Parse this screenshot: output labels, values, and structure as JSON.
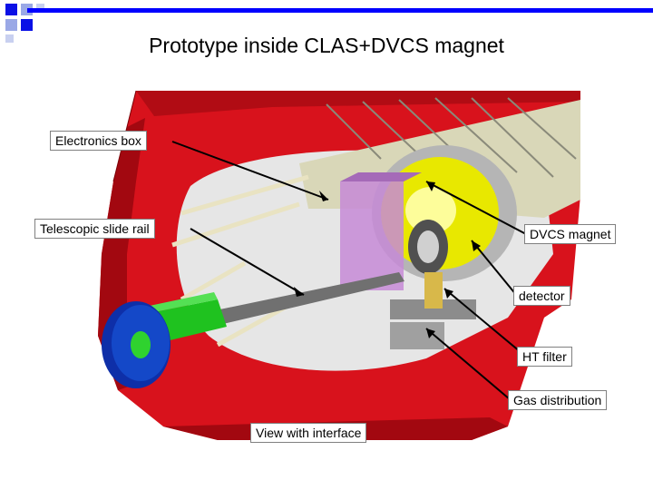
{
  "title": "Prototype inside CLAS+DVCS magnet",
  "colors": {
    "bar": "#0000ff",
    "corner_blue": "#0a10e6",
    "corner_light": "#9aa8e6",
    "coil_red": "#d8121c",
    "coil_dark": "#a20810",
    "rail_green": "#1fc21f",
    "ring_blue": "#1448c8",
    "magnet_yellow": "#e8e800",
    "purple": "#c58ad6"
  },
  "labels": {
    "electronics_box": "Electronics box",
    "telescopic_slide_rail": "Telescopic slide rail",
    "dvcs_magnet": "DVCS magnet",
    "detector": "detector",
    "ht_filter": "HT filter",
    "gas_distribution": "Gas distribution",
    "view_with_interface": "View with interface"
  }
}
